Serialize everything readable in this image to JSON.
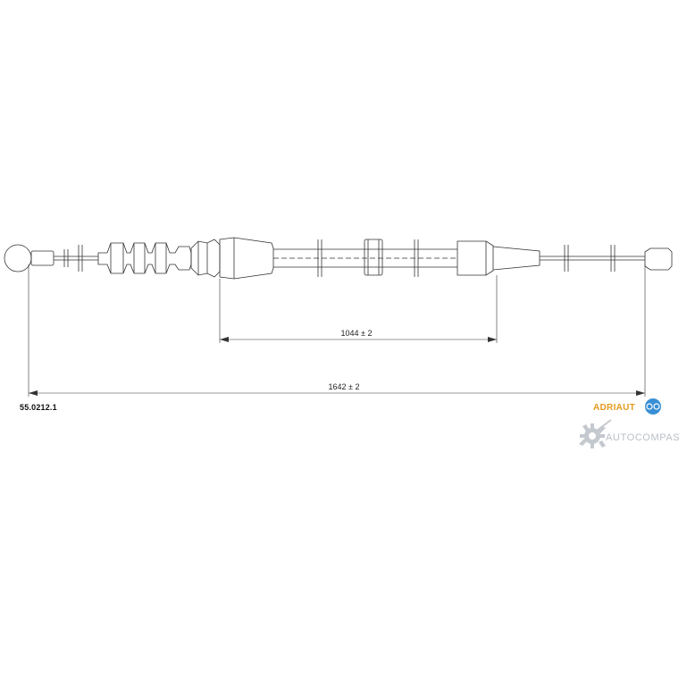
{
  "part_number": "55.0212.1",
  "dimensions": [
    {
      "label": "1044 ± 2",
      "value": 1044,
      "tolerance": 2
    },
    {
      "label": "1642 ± 2",
      "value": 1642,
      "tolerance": 2
    }
  ],
  "brand": {
    "name": "ADRIAUT",
    "color": "#e59a1c",
    "badge_color": "#3a8fd4"
  },
  "watermark": {
    "name": "AUTOCOMPAS",
    "color": "#b9bfc6"
  }
}
